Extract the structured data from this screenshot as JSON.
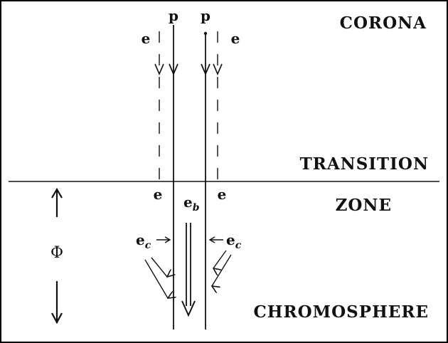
{
  "regions": {
    "corona": "CORONA",
    "transition": "TRANSITION",
    "zone": "ZONE",
    "chromosphere": "CHROMOSPHERE"
  },
  "particles": {
    "proton": "p",
    "electron": "e",
    "beam_electron_base": "e",
    "beam_electron_sub": "b",
    "cold_electron_base": "e",
    "cold_electron_sub": "c"
  },
  "flux_symbol": "Φ"
}
